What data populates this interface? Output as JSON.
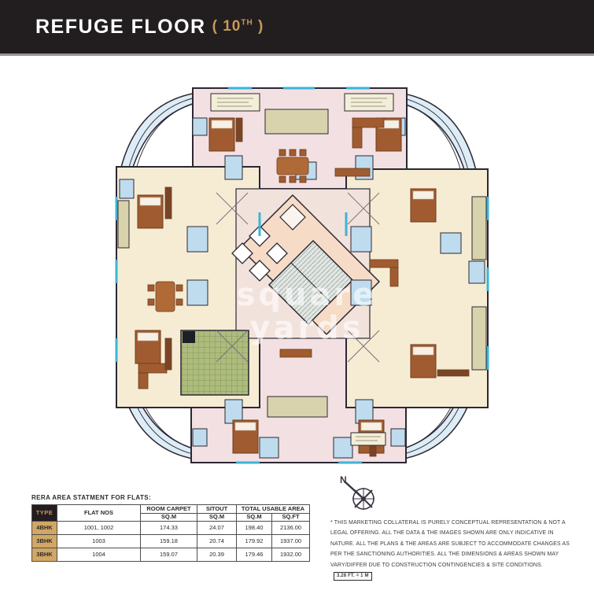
{
  "header": {
    "title": "REFUGE FLOOR",
    "paren_open": "( ",
    "floor_number": "10",
    "floor_ordinal": "TH",
    "paren_close": " )"
  },
  "floor_plan": {
    "watermark_line1": "square",
    "watermark_line2": "yards"
  },
  "area_table": {
    "title": "RERA AREA STATMENT FOR FLATS:",
    "col_type": "TYPE",
    "col_flat_nos": "FLAT NOS",
    "col_room_carpet": "ROOM CARPET",
    "col_sitout": "SITOUT",
    "col_total": "TOTAL USABLE AREA",
    "unit_sqm_carpet": "SQ.M",
    "unit_sqm_sitout": "SQ.M",
    "unit_sqm_total": "SQ.M",
    "unit_sqft_total": "SQ.FT",
    "rows": [
      {
        "type": "4BHK",
        "flats": "1001, 1002",
        "carpet": "174.33",
        "sitout": "24.07",
        "total_sqm": "198.40",
        "total_sqft": "2136.00"
      },
      {
        "type": "3BHK",
        "flats": "1003",
        "carpet": "159.18",
        "sitout": "20.74",
        "total_sqm": "179.92",
        "total_sqft": "1937.00"
      },
      {
        "type": "3BHK",
        "flats": "1004",
        "carpet": "159.07",
        "sitout": "20.39",
        "total_sqm": "179.46",
        "total_sqft": "1932.00"
      }
    ]
  },
  "footer": {
    "compass_label": "N",
    "disclaimer": "* THIS MARKETING COLLATERAL IS PURELY CONCEPTUAL REPRESENTATION & NOT A LEGAL OFFERING. ALL THE DATA & THE IMAGES SHOWN ARE ONLY INDICATIVE IN NATURE. ALL THE PLANS & THE AREAS ARE SUBJECT TO ACCOMMODATE CHANGES AS PER THE SANCTIONING AUTHORITIES. ALL THE DIMENSIONS & AREAS SHOWN MAY VARY/DIFFER DUE TO CONSTRUCTION CONTINGENCIES & SITE CONDITIONS.",
    "scale_note": "3.28 FT. = 1 M"
  },
  "colors": {
    "header_bg": "#221e1f",
    "accent_gold": "#c7995c",
    "type_cell_bg": "#d1a765",
    "wall": "#2a2833",
    "room_pink": "#f3e0e2",
    "room_cream": "#f6ecd4",
    "corridor_peach": "#f6dbc6",
    "bath_blue": "#bedcee",
    "balcony_blue": "#ddecf6",
    "deck_khaki": "#d8d3ad",
    "terrace_green": "#adbc7d",
    "furniture_brown": "#a05c30",
    "window_cyan": "#3ab5d8"
  }
}
